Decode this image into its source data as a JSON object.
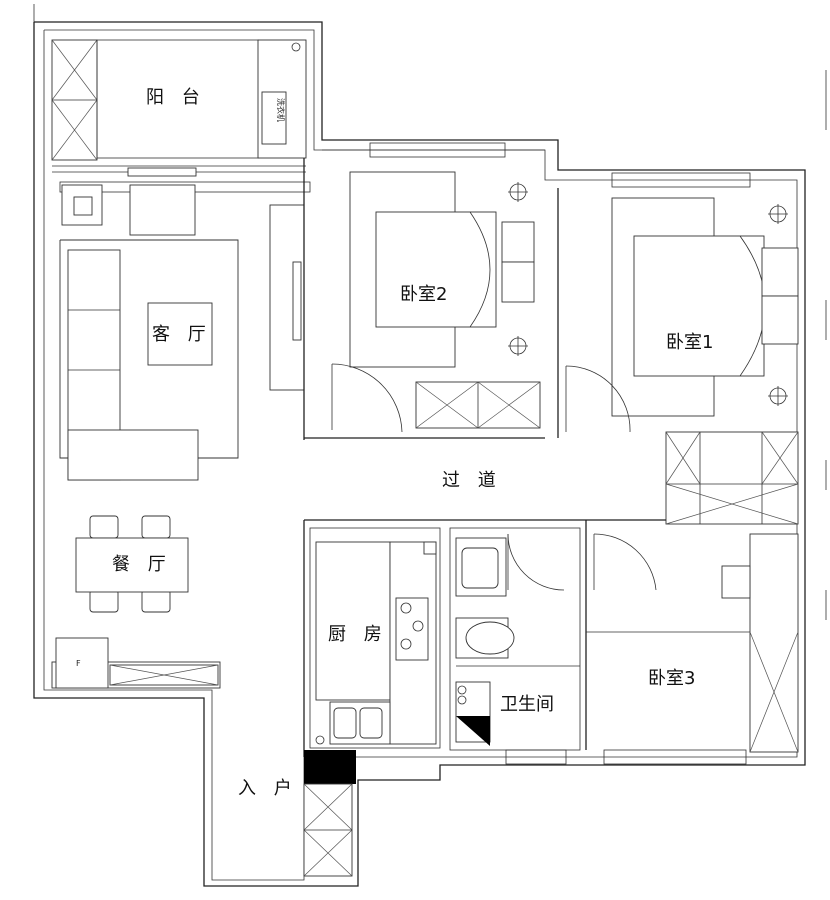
{
  "plan": {
    "rooms": {
      "balcony": "阳 台",
      "living_room": "客 厅",
      "dining_room": "餐 厅",
      "bedroom_2": "卧室2",
      "bedroom_1": "卧室1",
      "corridor": "过 道",
      "kitchen": "厨 房",
      "bathroom": "卫生间",
      "bedroom_3": "卧室3",
      "entrance": "入 户"
    },
    "labels": {
      "washing_machine": "洗衣机",
      "fridge": "F"
    }
  }
}
